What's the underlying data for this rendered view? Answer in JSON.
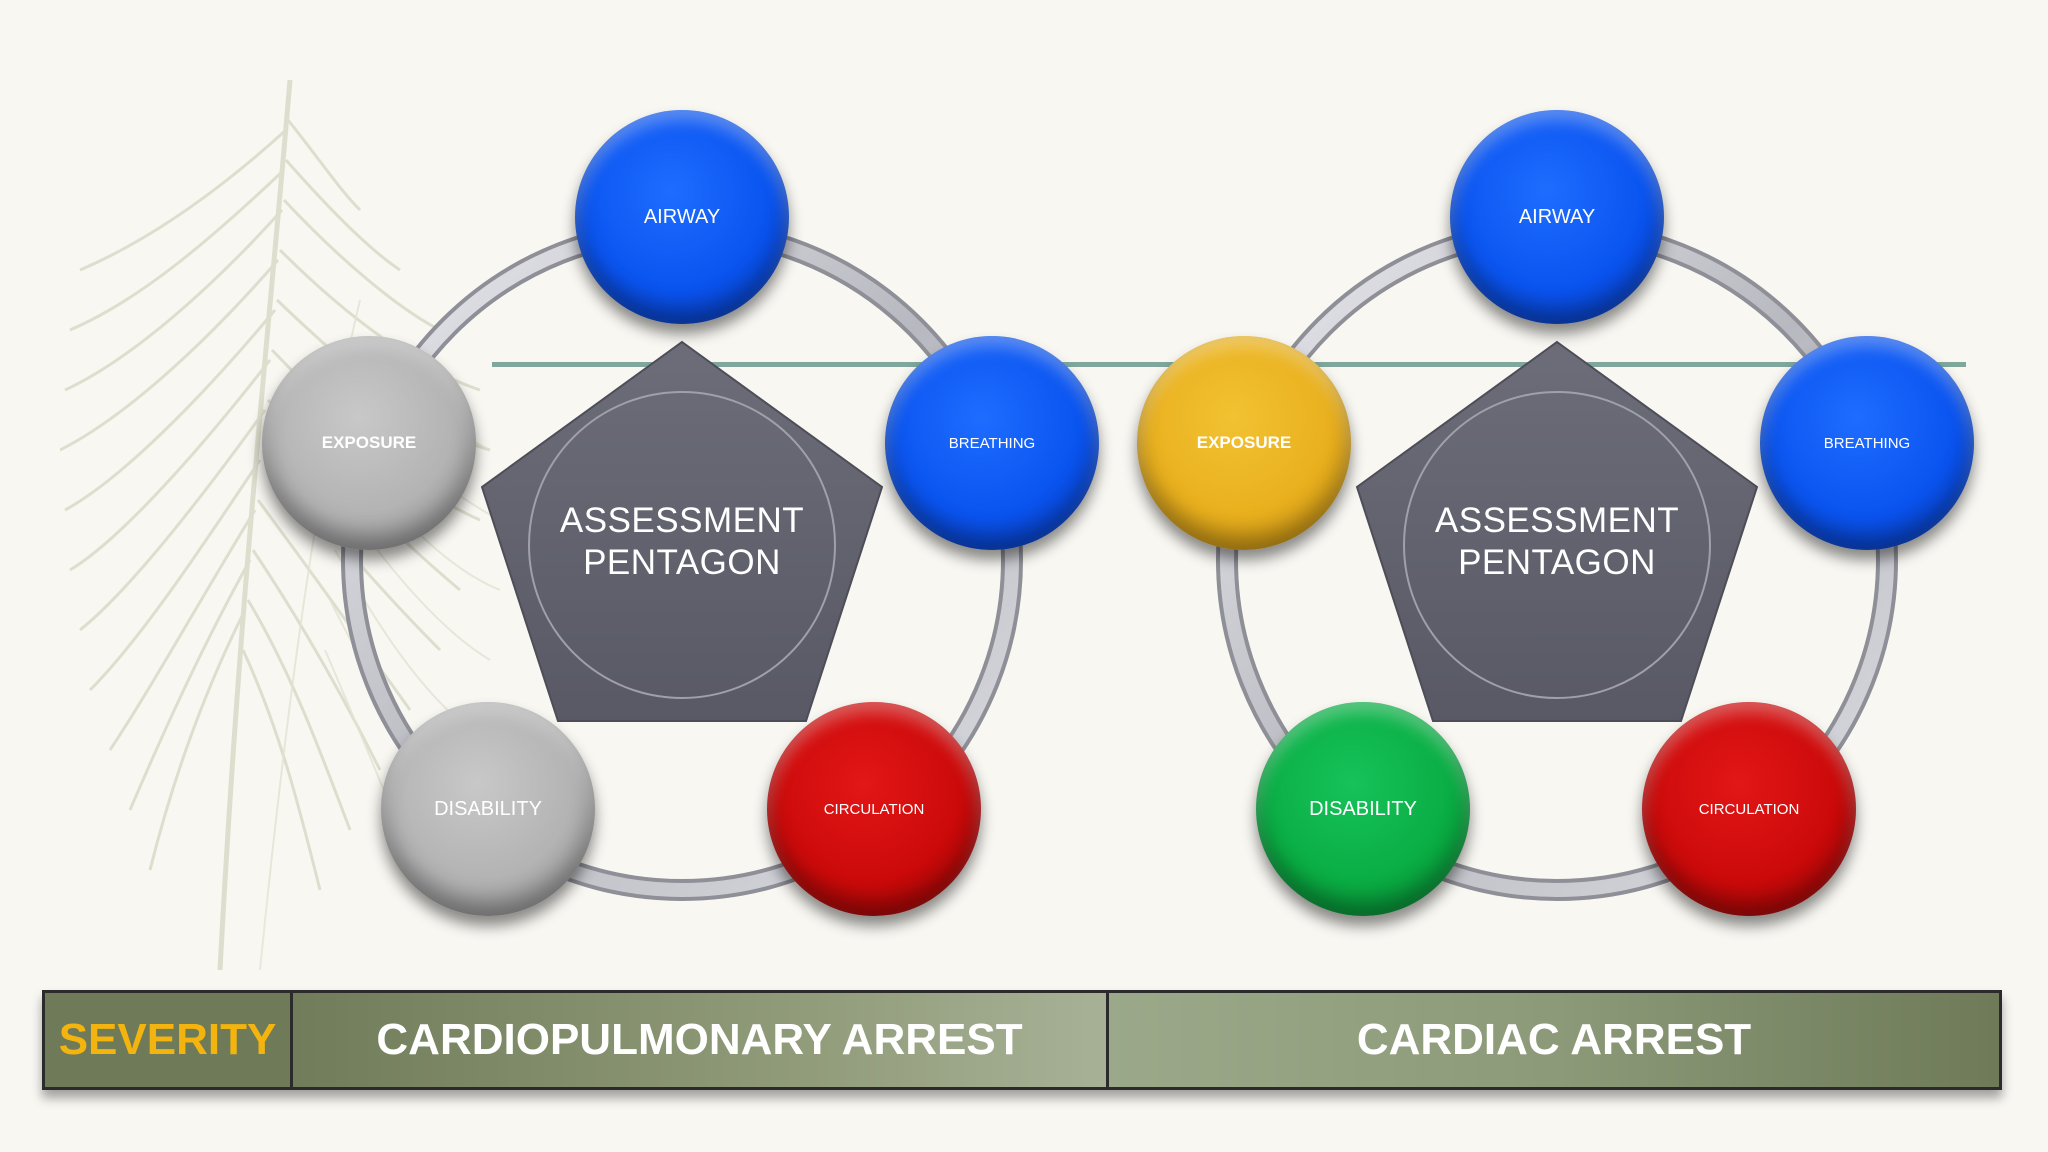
{
  "colors": {
    "background": "#f8f7f2",
    "blue": "#0a54f0",
    "grey": "#b3b3b3",
    "red": "#cc0a0a",
    "yellow": "#e9b01e",
    "green": "#0aae44",
    "pentagon": "#62636f",
    "bar": "#8c9a79",
    "severity_text": "#f3b410",
    "divider": "#7fa79c"
  },
  "diagrams": [
    {
      "center_label": [
        "ASSESSMENT",
        "PENTAGON"
      ],
      "nodes": {
        "airway": {
          "label": "AIRWAY",
          "color": "blue"
        },
        "breathing": {
          "label": "BREATHING",
          "color": "blue"
        },
        "circulation": {
          "label": "CIRCULATION",
          "color": "red"
        },
        "disability": {
          "label": "DISABILITY",
          "color": "grey"
        },
        "exposure": {
          "label": "EXPOSURE",
          "color": "grey"
        }
      }
    },
    {
      "center_label": [
        "ASSESSMENT",
        "PENTAGON"
      ],
      "nodes": {
        "airway": {
          "label": "AIRWAY",
          "color": "blue"
        },
        "breathing": {
          "label": "BREATHING",
          "color": "blue"
        },
        "circulation": {
          "label": "CIRCULATION",
          "color": "red"
        },
        "disability": {
          "label": "DISABILITY",
          "color": "green"
        },
        "exposure": {
          "label": "EXPOSURE",
          "color": "yellow"
        }
      }
    }
  ],
  "severity_bar": {
    "label": "SEVERITY",
    "left": "CARDIOPULMONARY ARREST",
    "right": "CARDIAC ARREST"
  }
}
